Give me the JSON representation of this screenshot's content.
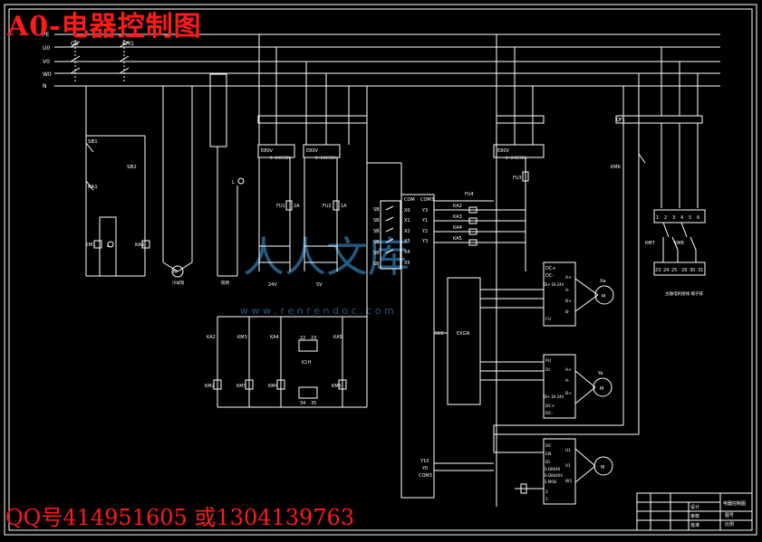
{
  "title": "A0-电器控制图",
  "contact": "QQ号414951605  或1304139763",
  "watermark": {
    "brand": "人人文库",
    "url": "w w w . r e n r e n d o c . c o m"
  },
  "colors": {
    "background": "#000000",
    "lines": "#ffffff",
    "accent_red": "#ff1a1a",
    "watermark": "#2a6a96"
  },
  "bus_labels": [
    "PE",
    "U0",
    "V0",
    "W0",
    "N"
  ],
  "switches": {
    "qs": "QS",
    "km1": "KM1"
  },
  "left_circuit": {
    "sb1": "SB1",
    "sb2": "SB2",
    "ka1": "KA1",
    "km1": "KM1",
    "l": "L",
    "ka1b": "KA1"
  },
  "transformers": {
    "t1": "E80V",
    "t1s": "0~24V/36V",
    "t2": "E80V",
    "t2s": "0~24V/36V",
    "t3": "E80V",
    "t3s": "0~24V/36V"
  },
  "fuses": {
    "fu1": "FU1",
    "fu1v": "2A",
    "fu2": "FU2",
    "fu2v": "1A",
    "fu3": "FU3",
    "fu4": "FU4"
  },
  "psu_labels": {
    "v24": "24V",
    "v5": "5V"
  },
  "small_labels": {
    "m1": "M",
    "cool": "冷却泵",
    "light": "照明",
    "lamp": "L"
  },
  "plc": {
    "inputs": [
      "COM",
      "X0",
      "X1",
      "X2",
      "X3",
      "X4",
      "X5"
    ],
    "outputs": [
      "COM3",
      "Y3",
      "Y1",
      "Y2",
      "Y3"
    ],
    "out_relays": [
      "KA2",
      "KA3",
      "KA4",
      "KA5"
    ],
    "bottom": [
      "Y10",
      "Y0",
      "COM3"
    ],
    "sb_labels": [
      "SB",
      "SB",
      "SB",
      "SB",
      "SB",
      "SB",
      "SB"
    ],
    "sec_label": "5CC",
    "mod_label": "EXGN"
  },
  "relay_block": {
    "ka2": "KA2",
    "km3": "KM3",
    "ka4": "KA4",
    "ka5": "KA5",
    "km2": "KM2",
    "km3b": "KM3",
    "km4": "KM4",
    "km5": "KM5",
    "k1": "K1H",
    "n1": "22",
    "n2": "23",
    "n3": "34",
    "n4": "35"
  },
  "drivers": {
    "d1": {
      "top": [
        "DC+",
        "DC-"
      ],
      "mid": [
        "DI+ DI-24V",
        "A+",
        "A-"
      ],
      "low": [
        "B+",
        "B-",
        "FU"
      ],
      "motor": "Xa",
      "label": "M"
    },
    "d2": {
      "top": [
        "PU",
        "DI"
      ],
      "mid": [
        "A+",
        "A-",
        "B+"
      ],
      "low": [
        "DI+ DI-24V",
        "DC+",
        "DC-"
      ],
      "motor": "Ya",
      "label": "M"
    },
    "d3": {
      "top": [
        "DC",
        "EN",
        "DI"
      ],
      "mid": [
        "S-DI8/40",
        "S-DI8/40V",
        "S MO8"
      ],
      "low": [
        "2",
        "1"
      ],
      "out": [
        "U1",
        "V1",
        "W1"
      ],
      "motor": "",
      "label": "M"
    }
  },
  "right_circuit": {
    "qf1": "QF1",
    "km6": "KM6",
    "km7": "KM7",
    "km8": "KM8",
    "terms_top": [
      "1",
      "2",
      "3",
      "4",
      "5",
      "6"
    ],
    "terms_bot": [
      "23",
      "24",
      "25",
      "29",
      "30",
      "31"
    ],
    "caption": "主轴电机接线 端子排"
  },
  "title_block": {
    "name": "电器控制图",
    "sheet": "图号",
    "scale": "比例",
    "r1": "设计",
    "r2": "审核",
    "r3": "批准"
  }
}
